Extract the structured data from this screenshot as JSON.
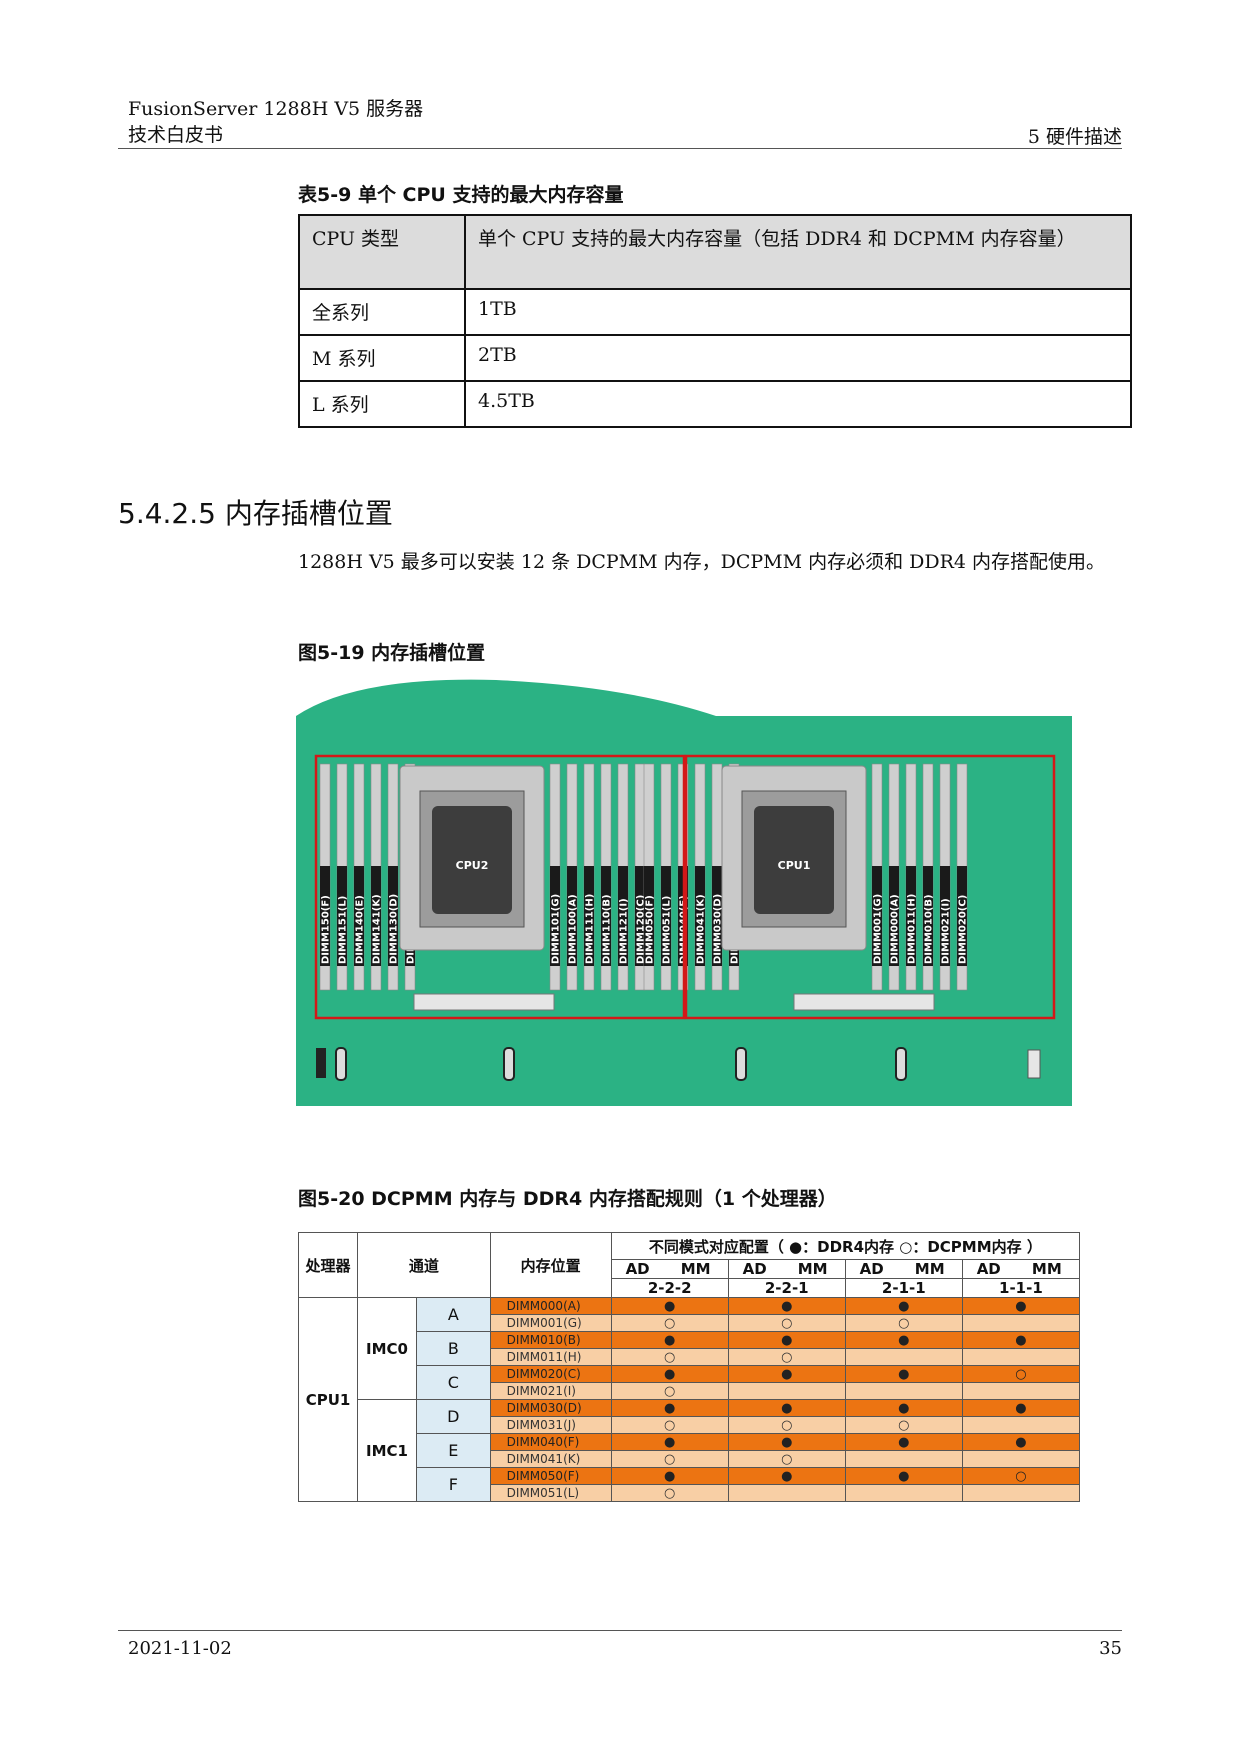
{
  "header": {
    "line1": "FusionServer 1288H V5  服务器",
    "line2": "技术白皮书",
    "right": "5  硬件描述"
  },
  "table59": {
    "caption": "表5-9 单个  CPU  支持的最大内存容量",
    "col1": "CPU  类型",
    "col2": "单个 CPU  支持的最大内存容量（包括 DDR4  和 DCPMM  内存容量）",
    "rows": [
      [
        "全系列",
        "1TB"
      ],
      [
        "M 系列",
        "2TB"
      ],
      [
        "L 系列",
        "4.5TB"
      ]
    ]
  },
  "section": {
    "title": "5.4.2.5 内存插槽位置",
    "text": "1288H V5 最多可以安装 12 条 DCPMM 内存，DCPMM 内存必须和 DDR4 内存搭配使用。"
  },
  "fig19": {
    "caption": "图5-19 内存插槽位置",
    "cpu_labels": [
      "CPU2",
      "CPU1"
    ],
    "slots_g1": [
      "DIMM150(F)",
      "DIMM151(L)",
      "DIMM140(E)",
      "DIMM141(K)",
      "DIMM130(D)",
      "DIMM131(J)"
    ],
    "slots_g2": [
      "DIMM101(G)",
      "DIMM100(A)",
      "DIMM111(H)",
      "DIMM110(B)",
      "DIMM121(I)",
      "DIMM120(C)"
    ],
    "slots_g3": [
      "DIMM050(F)",
      "DIMM051(L)",
      "DIMM040(E)",
      "DIMM041(K)",
      "DIMM030(D)",
      "DIMM031(J)"
    ],
    "slots_g4": [
      "DIMM001(G)",
      "DIMM000(A)",
      "DIMM011(H)",
      "DIMM010(B)",
      "DIMM021(I)",
      "DIMM020(C)"
    ],
    "colors": {
      "board": "#2bb284",
      "slot": "#cfcfcf",
      "frame": "#d31818",
      "chip": "#3d3d3d"
    }
  },
  "fig20": {
    "caption": "图5-20 DCPMM 内存与 DDR4 内存搭配规则（1 个处理器）",
    "h_proc": "处理器",
    "h_chan": "通道",
    "h_pos": "内存位置",
    "h_modes": "不同模式对应配置（ ●：DDR4内存  ○：DCPMM内存 ）",
    "modes": [
      {
        "ad": "AD",
        "mm": "MM",
        "num": "2-2-2"
      },
      {
        "ad": "AD",
        "mm": "MM",
        "num": "2-2-1"
      },
      {
        "ad": "AD",
        "mm": "MM",
        "num": "2-1-1"
      },
      {
        "ad": "AD",
        "mm": "MM",
        "num": "1-1-1"
      }
    ],
    "cpu": "CPU1",
    "imc0": "IMC0",
    "imc1": "IMC1",
    "channels": [
      "A",
      "B",
      "C",
      "D",
      "E",
      "F"
    ],
    "rows": [
      {
        "pos": "DIMM000(A)",
        "v": [
          "●",
          "●",
          "●",
          "●"
        ]
      },
      {
        "pos": "DIMM001(G)",
        "v": [
          "○",
          "○",
          "○",
          ""
        ]
      },
      {
        "pos": "DIMM010(B)",
        "v": [
          "●",
          "●",
          "●",
          "●"
        ]
      },
      {
        "pos": "DIMM011(H)",
        "v": [
          "○",
          "○",
          "",
          ""
        ]
      },
      {
        "pos": "DIMM020(C)",
        "v": [
          "●",
          "●",
          "●",
          "○"
        ]
      },
      {
        "pos": "DIMM021(I)",
        "v": [
          "○",
          "",
          "",
          ""
        ]
      },
      {
        "pos": "DIMM030(D)",
        "v": [
          "●",
          "●",
          "●",
          "●"
        ]
      },
      {
        "pos": "DIMM031(J)",
        "v": [
          "○",
          "○",
          "○",
          ""
        ]
      },
      {
        "pos": "DIMM040(F)",
        "v": [
          "●",
          "●",
          "●",
          "●"
        ]
      },
      {
        "pos": "DIMM041(K)",
        "v": [
          "○",
          "○",
          "",
          ""
        ]
      },
      {
        "pos": "DIMM050(F)",
        "v": [
          "●",
          "●",
          "●",
          "○"
        ]
      },
      {
        "pos": "DIMM051(L)",
        "v": [
          "○",
          "",
          "",
          ""
        ]
      }
    ]
  },
  "footer": {
    "date": "2021-11-02",
    "page": "35"
  }
}
